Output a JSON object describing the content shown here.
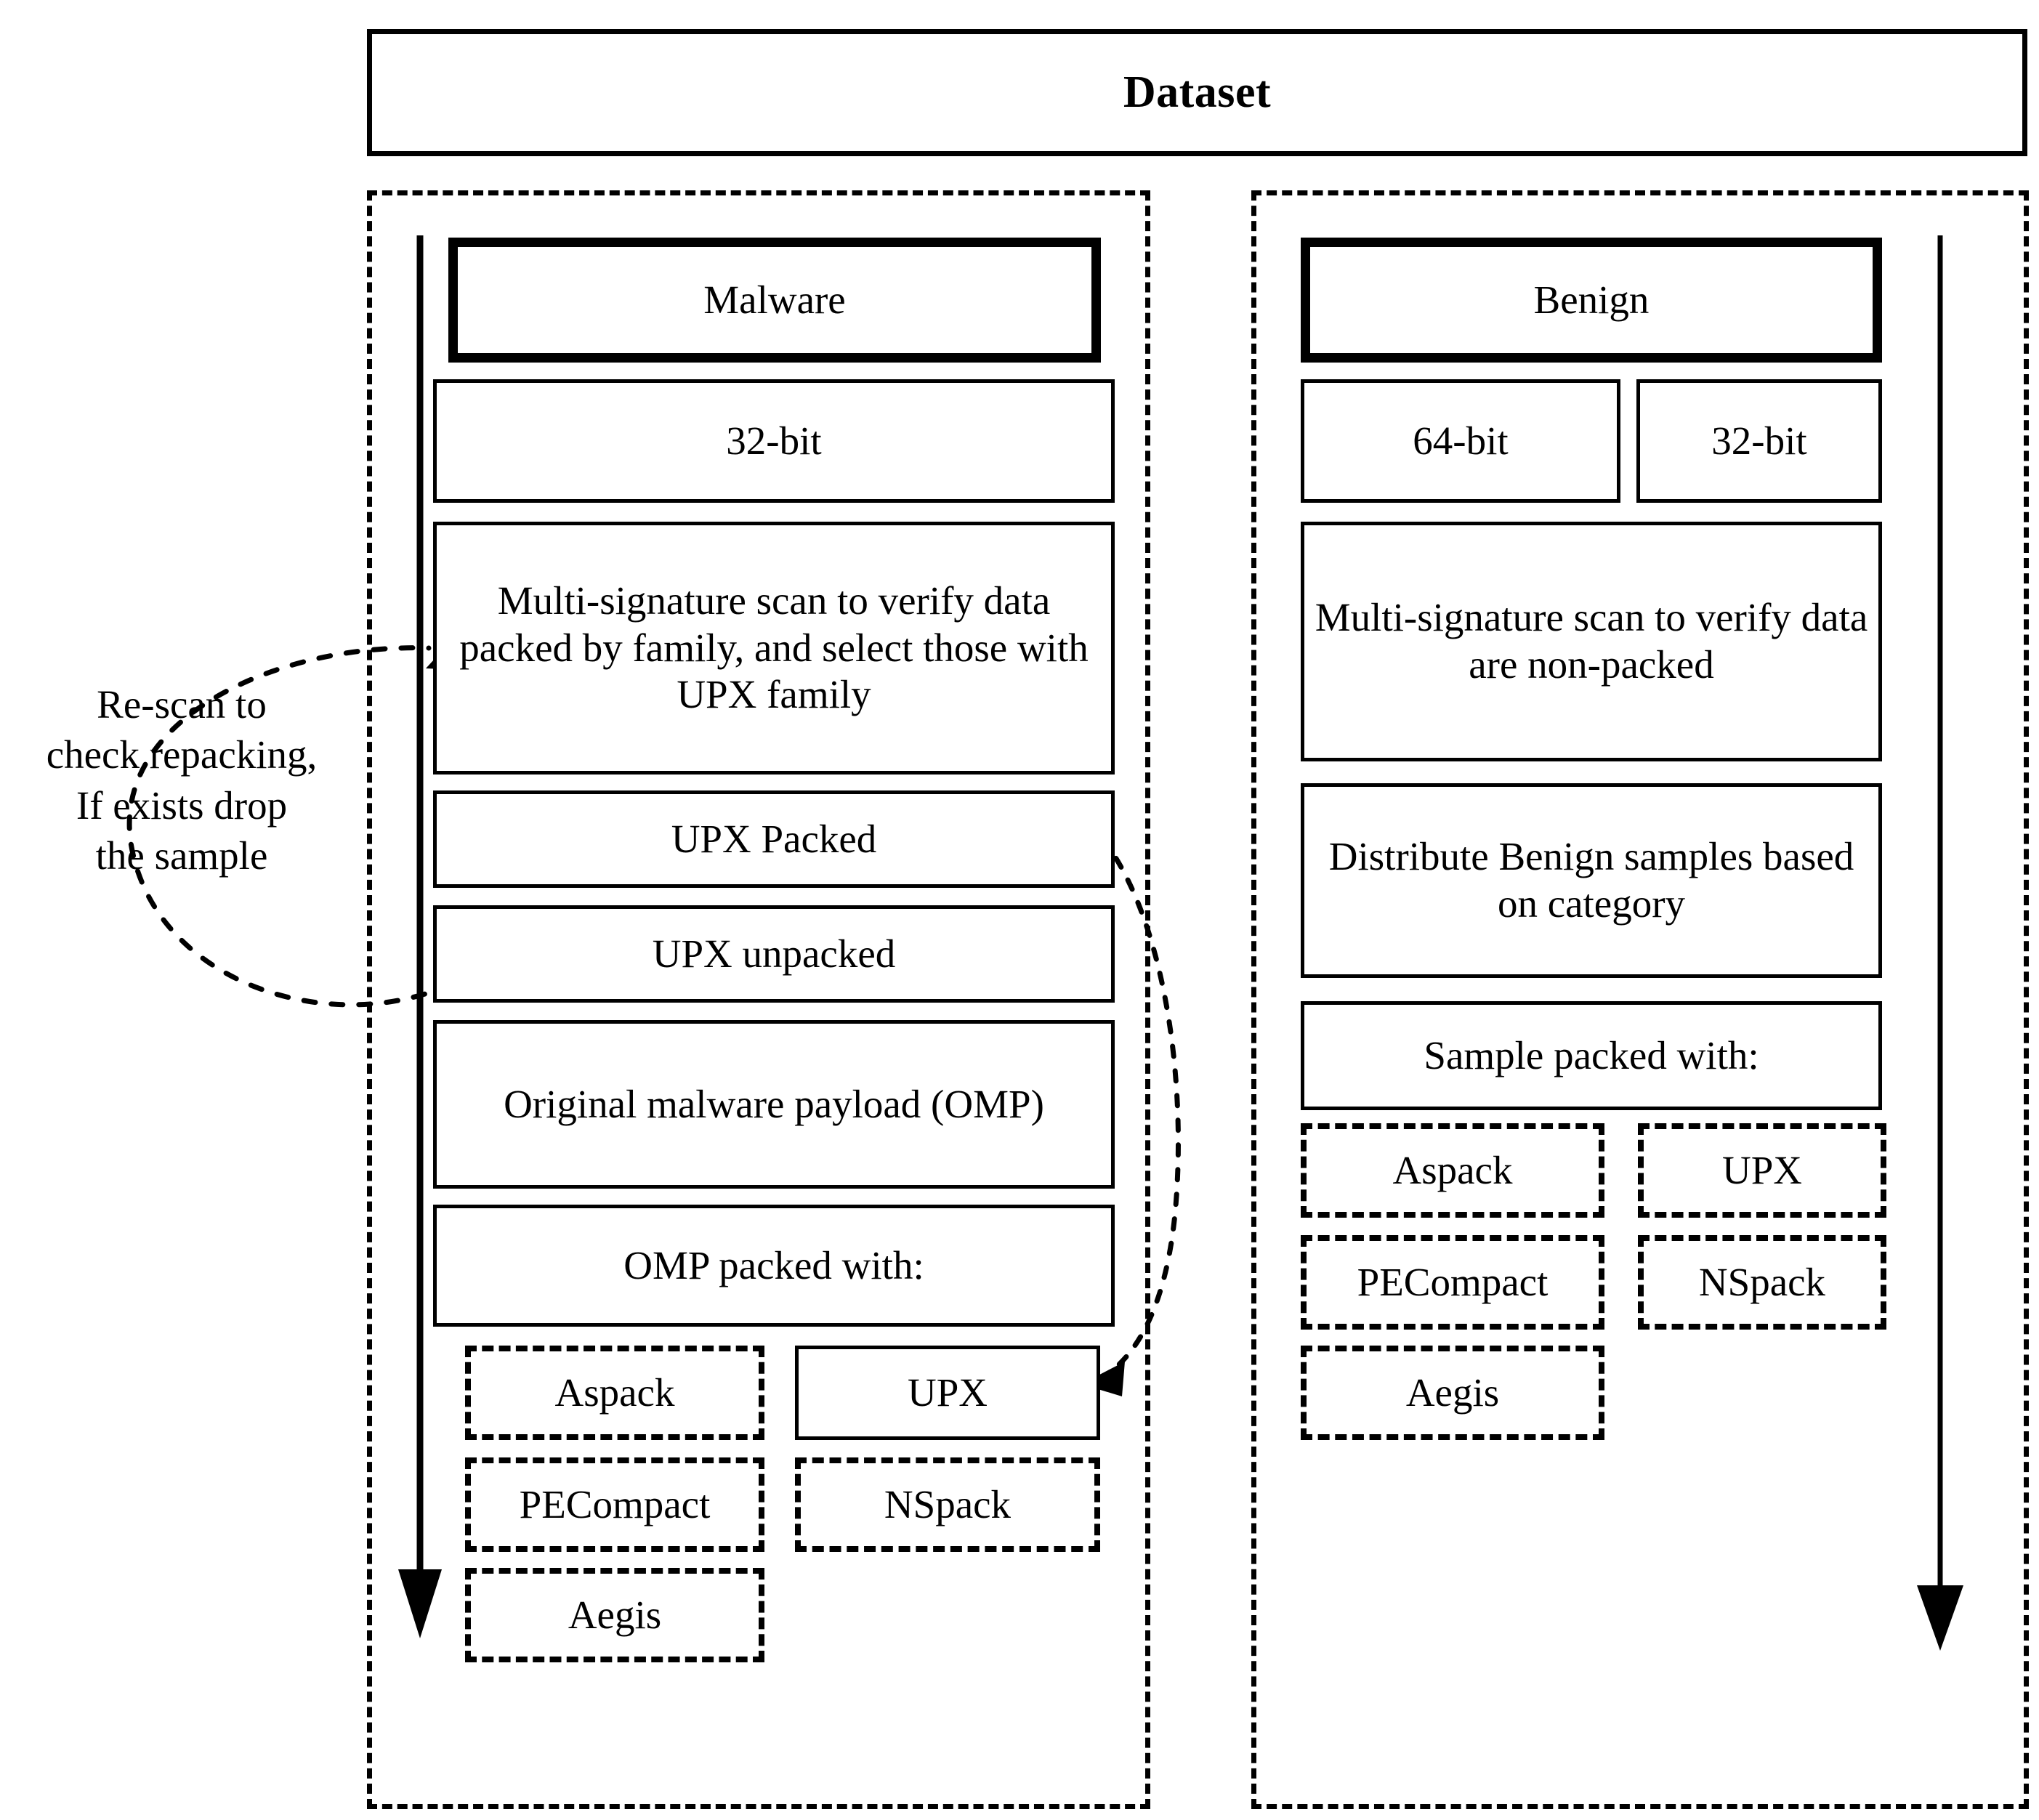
{
  "header": {
    "title": "Dataset"
  },
  "annotation": {
    "rescan_note": "Re-scan to\ncheck repacking,\nIf exists drop\nthe sample"
  },
  "malware_branch": {
    "label": "Malware",
    "arch": "32-bit",
    "scan_step": "Multi-signature scan to verify data packed by family, and select those with UPX family",
    "upx_packed": "UPX Packed",
    "upx_unpacked": "UPX unpacked",
    "omp": "Original malware payload (OMP)",
    "packed_with_header": "OMP packed with:",
    "packers": [
      {
        "label": "Aspack",
        "style": "dashed"
      },
      {
        "label": "UPX",
        "style": "solid"
      },
      {
        "label": "PECompact",
        "style": "dashed"
      },
      {
        "label": "NSpack",
        "style": "dashed"
      },
      {
        "label": "Aegis",
        "style": "dashed"
      }
    ]
  },
  "benign_branch": {
    "label": "Benign",
    "arch_64": "64-bit",
    "arch_32": "32-bit",
    "scan_step": "Multi-signature scan to verify data are non-packed",
    "distribute_step": "Distribute Benign samples based on category",
    "packed_with_header": "Sample packed with:",
    "packers": [
      {
        "label": "Aspack",
        "style": "dashed"
      },
      {
        "label": "UPX",
        "style": "dashed"
      },
      {
        "label": "PECompact",
        "style": "dashed"
      },
      {
        "label": "NSpack",
        "style": "dashed"
      },
      {
        "label": "Aegis",
        "style": "dashed"
      }
    ]
  },
  "icons": {
    "malware_flow_arrow": "down-arrow-icon",
    "benign_flow_arrow": "down-arrow-icon",
    "rescan_loop_arrow": "curved-dotted-arrow-icon",
    "upx_link_arrow": "curved-dotted-arrow-icon"
  },
  "colors": {
    "stroke": "#000000",
    "background": "#ffffff"
  }
}
